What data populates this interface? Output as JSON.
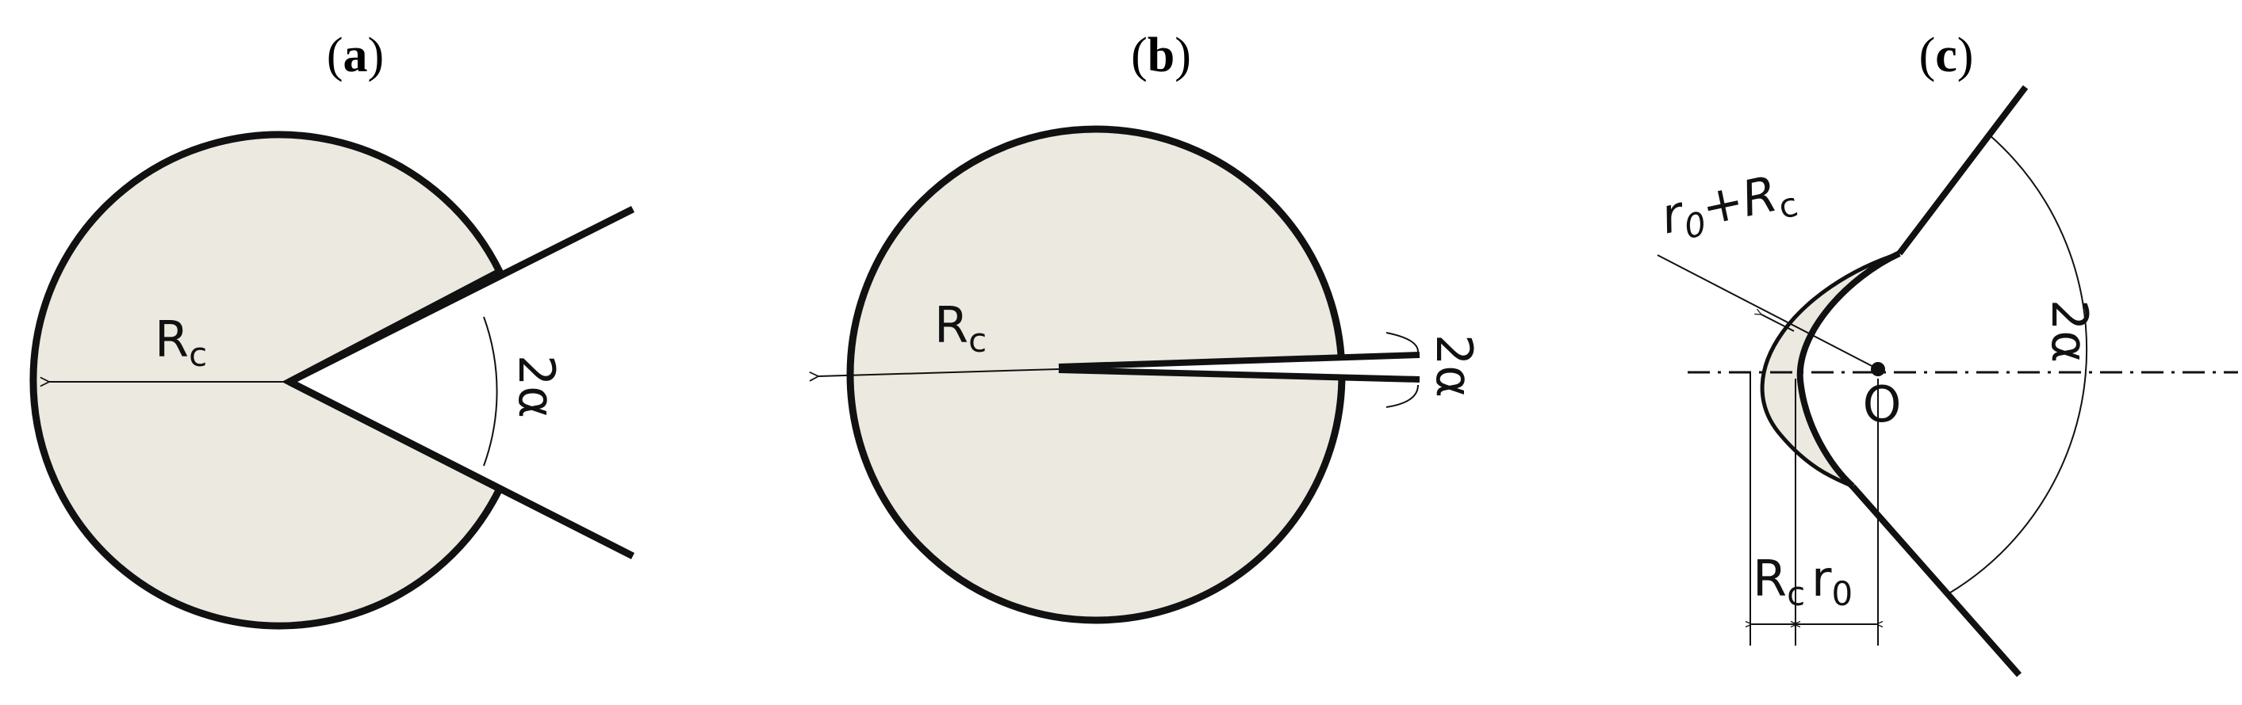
{
  "panels": [
    {
      "id": "a",
      "label_open": "(",
      "label_letter": "a",
      "label_close": ")",
      "radius_label_main": "R",
      "radius_label_sub": "c",
      "angle_label": "2α"
    },
    {
      "id": "b",
      "label_open": "(",
      "label_letter": "b",
      "label_close": ")",
      "radius_label_main": "R",
      "radius_label_sub": "c",
      "angle_label": "2α"
    },
    {
      "id": "c",
      "label_open": "(",
      "label_letter": "c",
      "label_close": ")",
      "sum_label_r": "r",
      "sum_label_r_sub": "0",
      "sum_label_plus": "+R",
      "sum_label_R_sub": "c",
      "angle_label": "2α",
      "origin_label": "O",
      "dim_Rc_main": "R",
      "dim_Rc_sub": "c",
      "dim_r0_main": "r",
      "dim_r0_sub": "0"
    }
  ],
  "colors": {
    "fill": "#ece9e0",
    "stroke": "#111111"
  }
}
